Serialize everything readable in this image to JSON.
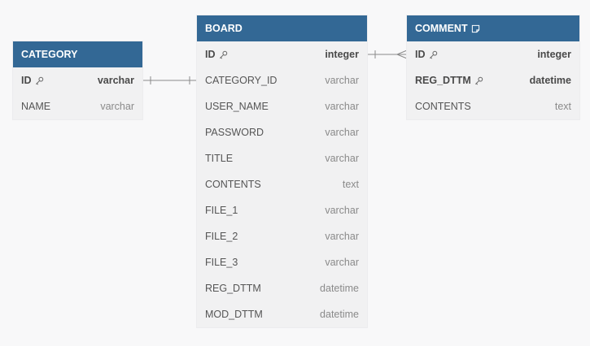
{
  "tables": {
    "category": {
      "name": "CATEGORY",
      "columns": [
        {
          "name": "ID",
          "type": "varchar",
          "pk": true
        },
        {
          "name": "NAME",
          "type": "varchar",
          "pk": false
        }
      ]
    },
    "board": {
      "name": "BOARD",
      "columns": [
        {
          "name": "ID",
          "type": "integer",
          "pk": true
        },
        {
          "name": "CATEGORY_ID",
          "type": "varchar",
          "pk": false
        },
        {
          "name": "USER_NAME",
          "type": "varchar",
          "pk": false
        },
        {
          "name": "PASSWORD",
          "type": "varchar",
          "pk": false
        },
        {
          "name": "TITLE",
          "type": "varchar",
          "pk": false
        },
        {
          "name": "CONTENTS",
          "type": "text",
          "pk": false
        },
        {
          "name": "FILE_1",
          "type": "varchar",
          "pk": false
        },
        {
          "name": "FILE_2",
          "type": "varchar",
          "pk": false
        },
        {
          "name": "FILE_3",
          "type": "varchar",
          "pk": false
        },
        {
          "name": "REG_DTTM",
          "type": "datetime",
          "pk": false
        },
        {
          "name": "MOD_DTTM",
          "type": "datetime",
          "pk": false
        }
      ]
    },
    "comment": {
      "name": "COMMENT",
      "columns": [
        {
          "name": "ID",
          "type": "integer",
          "pk": true
        },
        {
          "name": "REG_DTTM",
          "type": "datetime",
          "pk": true
        },
        {
          "name": "CONTENTS",
          "type": "text",
          "pk": false
        }
      ]
    }
  },
  "colors": {
    "header": "#336895",
    "row_bg": "#f1f1f2",
    "edge": "#8a8a8a"
  }
}
